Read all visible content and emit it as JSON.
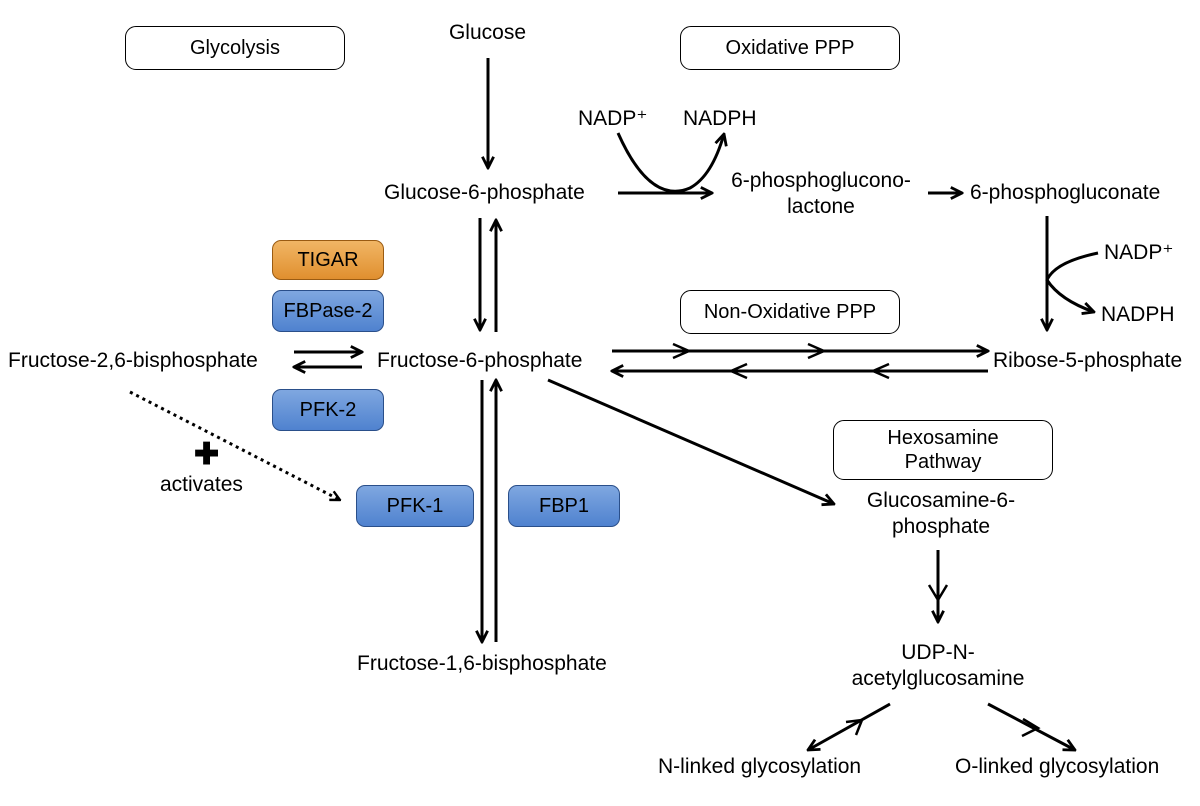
{
  "sections": {
    "glycolysis": "Glycolysis",
    "oxidative_ppp": "Oxidative PPP",
    "non_oxidative_ppp": "Non-Oxidative PPP",
    "hexosamine_line1": "Hexosamine",
    "hexosamine_line2": "Pathway"
  },
  "metabolites": {
    "glucose": "Glucose",
    "glucose_6_phosphate": "Glucose-6-phosphate",
    "nadp_plus_1": "NADP⁺",
    "nadph_1": "NADPH",
    "phosphoglucono_line1": "6-phosphoglucono-",
    "phosphoglucono_line2": "lactone",
    "phosphogluconate": "6-phosphogluconate",
    "nadp_plus_2": "NADP⁺",
    "nadph_2": "NADPH",
    "fructose_2_6_bisphosphate": "Fructose-2,6-bisphosphate",
    "fructose_6_phosphate": "Fructose-6-phosphate",
    "ribose_5_phosphate": "Ribose-5-phosphate",
    "glucosamine_line1": "Glucosamine-6-",
    "glucosamine_line2": "phosphate",
    "fructose_1_6_bisphosphate": "Fructose-1,6-bisphosphate",
    "udp_line1": "UDP-N-",
    "udp_line2": "acetylglucosamine",
    "n_linked": "N-linked glycosylation",
    "o_linked": "O-linked glycosylation"
  },
  "enzymes": {
    "tigar": "TIGAR",
    "fbpase2": "FBPase-2",
    "pfk2": "PFK-2",
    "pfk1": "PFK-1",
    "fbp1": "FBP1"
  },
  "activation": {
    "symbol": "✚",
    "label": "activates"
  },
  "colors": {
    "enzyme_blue": "#5b8dd6",
    "enzyme_orange": "#e89a3c",
    "line": "#000000"
  }
}
